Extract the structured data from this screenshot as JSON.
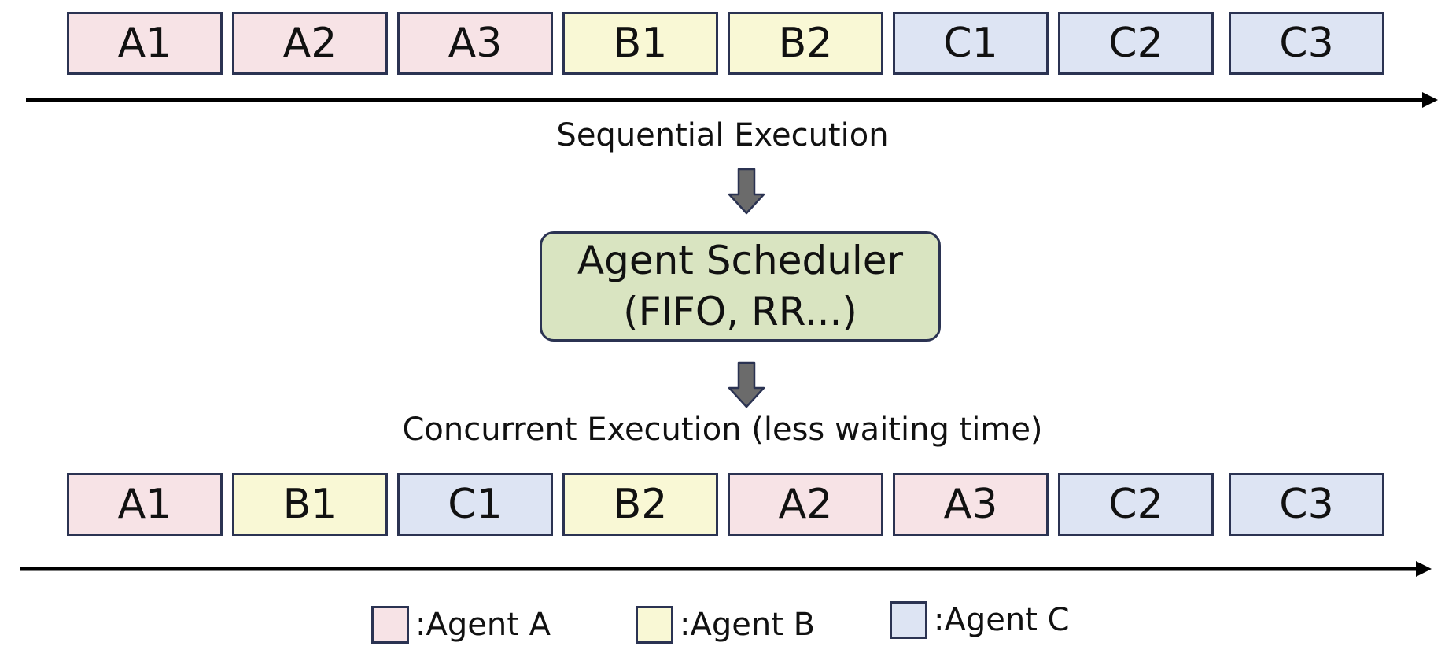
{
  "colors": {
    "agent_a": "#f7e3e6",
    "agent_b": "#f9f8d5",
    "agent_c": "#dde4f3",
    "scheduler_fill": "#d9e4c1",
    "border": "#2b3352",
    "arrow": "#6b6b6b"
  },
  "sequential": {
    "caption": "Sequential Execution",
    "blocks": [
      {
        "label": "A1",
        "agent": "agent_a"
      },
      {
        "label": "A2",
        "agent": "agent_a"
      },
      {
        "label": "A3",
        "agent": "agent_a"
      },
      {
        "label": "B1",
        "agent": "agent_b"
      },
      {
        "label": "B2",
        "agent": "agent_b"
      },
      {
        "label": "C1",
        "agent": "agent_c"
      },
      {
        "label": "C2",
        "agent": "agent_c"
      },
      {
        "label": "C3",
        "agent": "agent_c"
      }
    ]
  },
  "scheduler": {
    "line1": "Agent Scheduler",
    "line2": "(FIFO, RR...)"
  },
  "concurrent": {
    "caption": "Concurrent Execution (less waiting time)",
    "blocks": [
      {
        "label": "A1",
        "agent": "agent_a"
      },
      {
        "label": "B1",
        "agent": "agent_b"
      },
      {
        "label": "C1",
        "agent": "agent_c"
      },
      {
        "label": "B2",
        "agent": "agent_b"
      },
      {
        "label": "A2",
        "agent": "agent_a"
      },
      {
        "label": "A3",
        "agent": "agent_a"
      },
      {
        "label": "C2",
        "agent": "agent_c"
      },
      {
        "label": "C3",
        "agent": "agent_c"
      }
    ]
  },
  "legend": [
    {
      "label": ":Agent A",
      "agent": "agent_a"
    },
    {
      "label": ":Agent B",
      "agent": "agent_b"
    },
    {
      "label": ":Agent C",
      "agent": "agent_c"
    }
  ]
}
